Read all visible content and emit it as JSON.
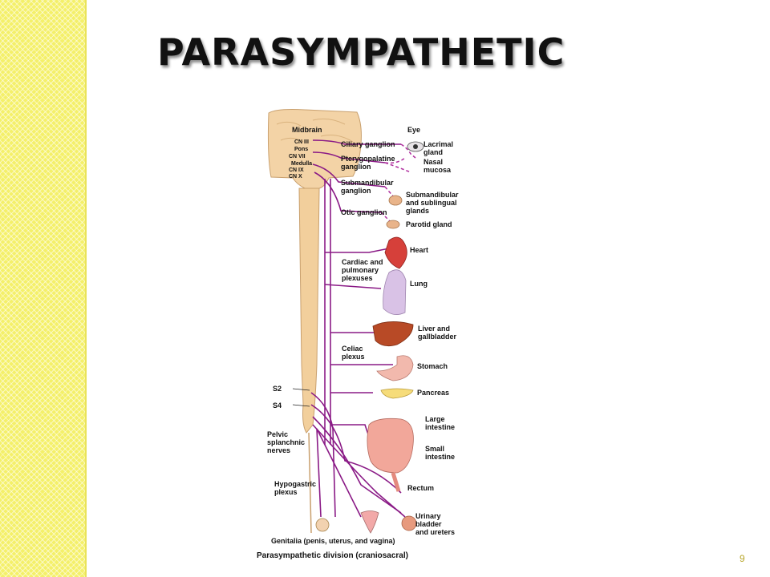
{
  "title": "PARASYMPATHETIC",
  "page_number": "9",
  "colors": {
    "side_band": "#f4f06a",
    "nerve": "#8a1a86",
    "preganglionic_dash": "#b0309f"
  },
  "diagram": {
    "caption": "Parasympathetic division (craniosacral)",
    "brain_labels": {
      "midbrain": "Midbrain",
      "cn3": "CN III",
      "pons": "Pons",
      "cn7": "CN VII",
      "medulla": "Medulla",
      "cn9": "CN IX",
      "cn10": "CN X"
    },
    "ganglia": {
      "ciliary": "Ciliary ganglion",
      "pterygo1": "Pterygopalatine",
      "pterygo2": "ganglion",
      "submand1": "Submandibular",
      "submand2": "ganglion",
      "otic": "Otic ganglion",
      "cardiac1": "Cardiac and",
      "cardiac2": "pulmonary",
      "cardiac3": "plexuses",
      "celiac1": "Celiac",
      "celiac2": "plexus",
      "hypo1": "Hypogastric",
      "hypo2": "plexus"
    },
    "spinal_labels": {
      "s2": "S2",
      "s4": "S4",
      "pelvic1": "Pelvic",
      "pelvic2": "splanchnic",
      "pelvic3": "nerves"
    },
    "organs": {
      "eye": "Eye",
      "lacrimal1": "Lacrimal",
      "lacrimal2": "gland",
      "nasal1": "Nasal",
      "nasal2": "mucosa",
      "submand_gl1": "Submandibular",
      "submand_gl2": "and sublingual",
      "submand_gl3": "glands",
      "parotid": "Parotid gland",
      "heart": "Heart",
      "lung": "Lung",
      "liver1": "Liver and",
      "liver2": "gallbladder",
      "stomach": "Stomach",
      "pancreas": "Pancreas",
      "large1": "Large",
      "large2": "intestine",
      "small1": "Small",
      "small2": "intestine",
      "rectum": "Rectum",
      "urinary1": "Urinary",
      "urinary2": "bladder",
      "urinary3": "and ureters",
      "genitalia": "Genitalia (penis, uterus, and vagina)"
    }
  }
}
